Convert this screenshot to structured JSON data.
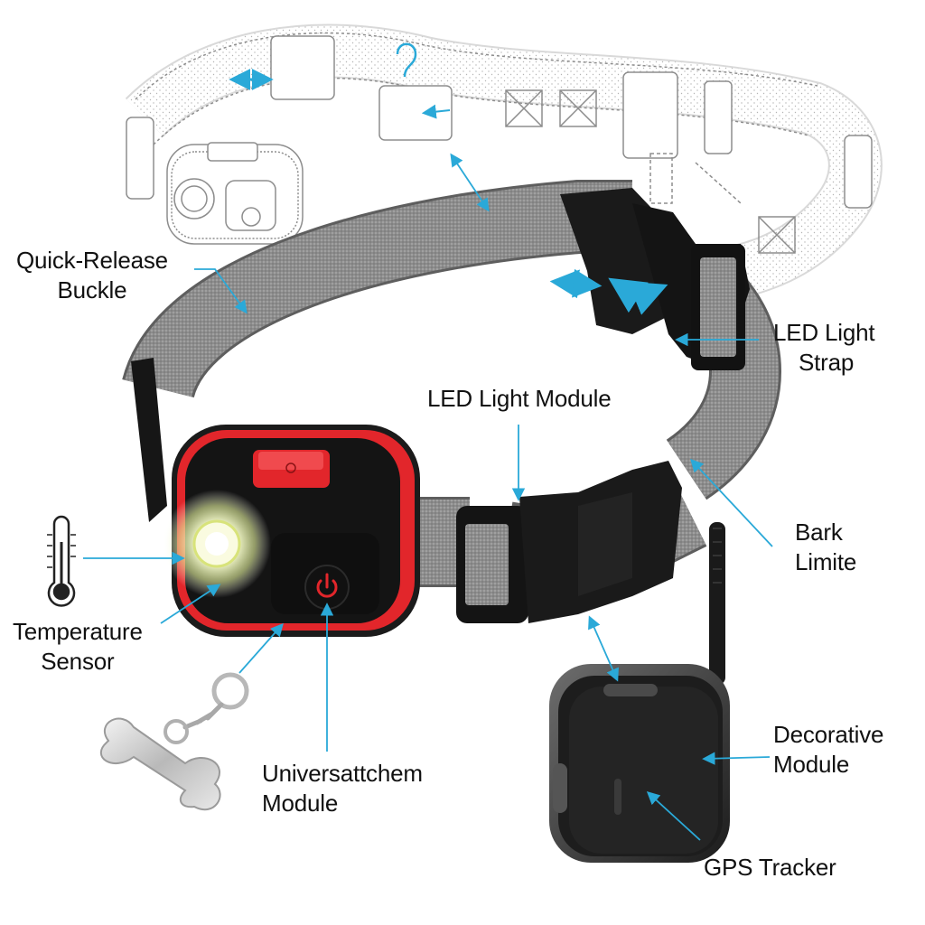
{
  "colors": {
    "accent": "#2aa9d8",
    "strap": "#8a8a8a",
    "module_red": "#e2262b",
    "plastic": "#151515",
    "sketch": "#8d8d8d"
  },
  "icons": {
    "thermometer": "thermometer-icon",
    "power": "power-icon",
    "bone_tag": "bone-tag-icon"
  },
  "labels": {
    "quick_release": {
      "line1": "Quick-Release",
      "line2": "Buckle"
    },
    "led_strap": {
      "line1": "LED Light",
      "line2": "Strap"
    },
    "led_module": {
      "line1": "LED Light Module"
    },
    "bark": {
      "line1": "Bark",
      "line2": "Limite"
    },
    "temperature": {
      "line1": "Temperature",
      "line2": "Sensor"
    },
    "universal": {
      "line1": "Universattchem",
      "line2": "Module"
    },
    "decorative": {
      "line1": "Decorative",
      "line2": "Module"
    },
    "gps": {
      "line1": "GPS Tracker"
    }
  }
}
